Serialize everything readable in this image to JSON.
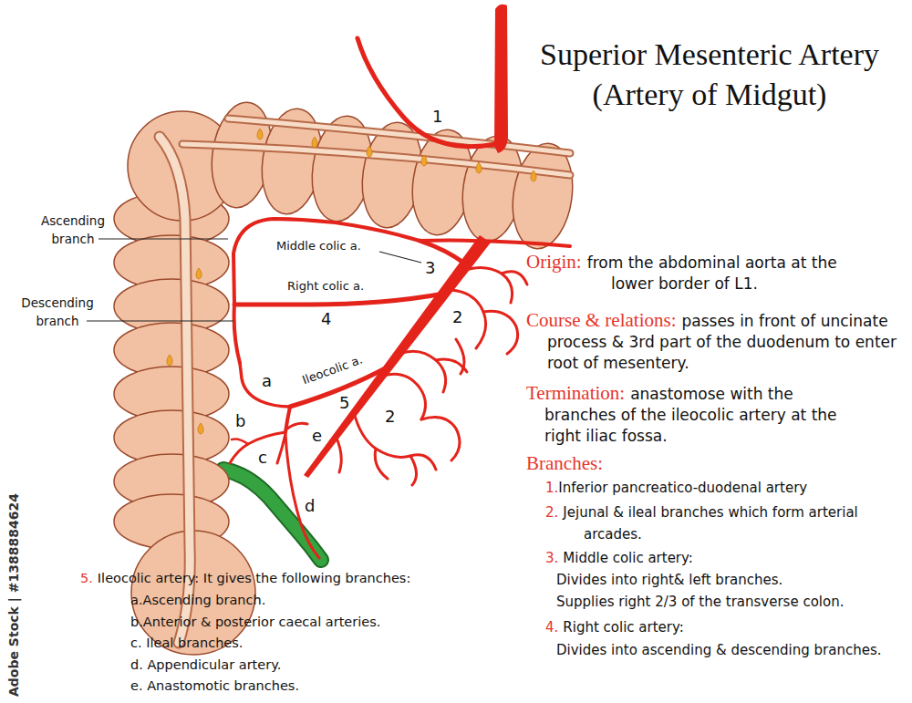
{
  "diagram": {
    "title": "Superior Mesenteric Artery (Artery of Midgut)",
    "labels": [
      "1",
      "Ascending branch",
      "Descending branch",
      "Middle colic a.",
      "3",
      "Right colic a.",
      "4",
      "2",
      "a",
      "Ileocolic a.",
      "5",
      "b",
      "c",
      "e",
      "2",
      "d",
      "Origin:",
      "from the abdominal aorta at the lower border of L1.",
      "Course & relations:",
      "passes in front of uncinate process & 3rd part of the duodenum to enter root of mesentery.",
      "Termination:",
      "anastomose with the branches of the ileocolic artery at the right iliac fossa.",
      "Branches:",
      "1.",
      "Inferior pancreatico-duodenal artery",
      "2.",
      "Jejunal & ileal branches which form arterial arcades.",
      "3.",
      "Middle colic artery:",
      "Divides into right& left branches.",
      "Supplies right 2/3 of the transverse colon.",
      "4.",
      "Right colic artery:",
      "Divides into ascending & descending branches.",
      "5.",
      "Ileocolic artery: It gives the following branches:",
      "a.Ascending branch.",
      "b.Anterior & posterior caecal arteries.",
      "c. Ileal branches.",
      "d. Appendicular artery.",
      "e. Anastomotic branches.",
      "Adobe Stock | #1388884624"
    ]
  }
}
